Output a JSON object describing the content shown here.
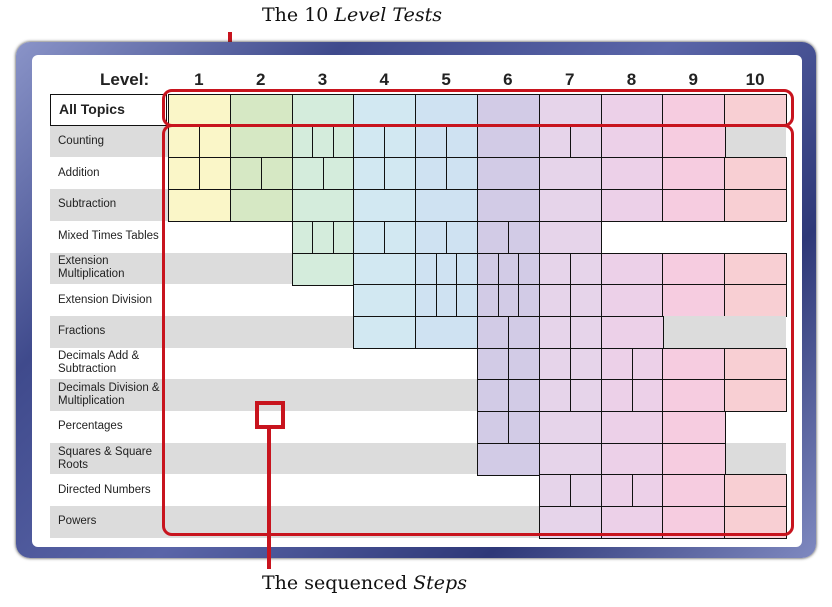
{
  "captions": {
    "top_prefix": "The 10 ",
    "top_italic": "Level Tests",
    "bottom_prefix": "The sequenced ",
    "bottom_italic": "Steps"
  },
  "level_title": "Level:",
  "levels": [
    "1",
    "2",
    "3",
    "4",
    "5",
    "6",
    "7",
    "8",
    "9",
    "10"
  ],
  "level_colors": [
    "#faf6c8",
    "#d6e8c4",
    "#d4ecdc",
    "#d2e8f2",
    "#cfe2f2",
    "#d2cbe6",
    "#e6d4ea",
    "#ecd0e8",
    "#f6cce0",
    "#f8cfd3"
  ],
  "highlight_color": "#c8141e",
  "topics": [
    {
      "label": "All Topics",
      "segments": [
        [
          0,
          1,
          1
        ],
        [
          1,
          2,
          1
        ],
        [
          2,
          3,
          1
        ],
        [
          3,
          4,
          1
        ],
        [
          4,
          5,
          1
        ],
        [
          5,
          6,
          1
        ],
        [
          6,
          7,
          1
        ],
        [
          7,
          8,
          1
        ],
        [
          8,
          9,
          1
        ],
        [
          9,
          10,
          1
        ]
      ]
    },
    {
      "label": "Counting",
      "segments": [
        [
          0,
          1,
          2
        ],
        [
          1,
          2,
          1
        ],
        [
          2,
          3,
          3
        ],
        [
          3,
          4,
          2
        ],
        [
          4,
          5,
          2
        ],
        [
          5,
          6,
          1
        ],
        [
          6,
          7,
          2
        ],
        [
          7,
          8,
          1
        ],
        [
          8,
          9,
          1
        ]
      ]
    },
    {
      "label": "Addition",
      "segments": [
        [
          0,
          1,
          2
        ],
        [
          1,
          2,
          2
        ],
        [
          2,
          3,
          2
        ],
        [
          3,
          4,
          2
        ],
        [
          4,
          5,
          2
        ],
        [
          5,
          6,
          1
        ],
        [
          6,
          7,
          1
        ],
        [
          7,
          8,
          1
        ],
        [
          8,
          9,
          1
        ],
        [
          9,
          10,
          1
        ]
      ]
    },
    {
      "label": "Subtraction",
      "segments": [
        [
          0,
          1,
          1
        ],
        [
          1,
          2,
          1
        ],
        [
          2,
          3,
          1
        ],
        [
          3,
          4,
          1
        ],
        [
          4,
          5,
          1
        ],
        [
          5,
          6,
          1
        ],
        [
          6,
          7,
          1
        ],
        [
          7,
          8,
          1
        ],
        [
          8,
          9,
          1
        ],
        [
          9,
          10,
          1
        ]
      ]
    },
    {
      "label": "Mixed Times Tables",
      "segments": [
        [
          2,
          3,
          3
        ],
        [
          3,
          4,
          2
        ],
        [
          4,
          5,
          2
        ],
        [
          5,
          6,
          2
        ],
        [
          6,
          7,
          1
        ]
      ]
    },
    {
      "label": "Extension\nMultiplication",
      "segments": [
        [
          2,
          3,
          1
        ],
        [
          3,
          4,
          1
        ],
        [
          4,
          5,
          3
        ],
        [
          5,
          6,
          3
        ],
        [
          6,
          7,
          2
        ],
        [
          7,
          8,
          1
        ],
        [
          8,
          9,
          1
        ],
        [
          9,
          10,
          1
        ]
      ]
    },
    {
      "label": "Extension Division",
      "segments": [
        [
          3,
          4,
          1
        ],
        [
          4,
          5,
          3
        ],
        [
          5,
          6,
          3
        ],
        [
          6,
          7,
          2
        ],
        [
          7,
          8,
          1
        ],
        [
          8,
          9,
          1
        ],
        [
          9,
          10,
          1
        ]
      ]
    },
    {
      "label": "Fractions",
      "segments": [
        [
          3,
          4,
          1
        ],
        [
          4,
          5,
          1
        ],
        [
          5,
          6,
          2
        ],
        [
          6,
          7,
          2
        ],
        [
          7,
          8,
          1
        ]
      ]
    },
    {
      "label": "Decimals Add &\nSubtraction",
      "segments": [
        [
          5,
          6,
          2
        ],
        [
          6,
          7,
          2
        ],
        [
          7,
          8,
          2
        ],
        [
          8,
          9,
          1
        ],
        [
          9,
          10,
          1
        ]
      ]
    },
    {
      "label": "Decimals Division &\nMultiplication",
      "segments": [
        [
          5,
          6,
          2
        ],
        [
          6,
          7,
          2
        ],
        [
          7,
          8,
          2
        ],
        [
          8,
          9,
          1
        ],
        [
          9,
          10,
          1
        ]
      ]
    },
    {
      "label": "Percentages",
      "segments": [
        [
          5,
          6,
          2
        ],
        [
          6,
          7,
          1
        ],
        [
          7,
          8,
          1
        ],
        [
          8,
          9,
          1
        ]
      ]
    },
    {
      "label": "Squares & Square\nRoots",
      "segments": [
        [
          5,
          6,
          1
        ],
        [
          6,
          7,
          1
        ],
        [
          7,
          8,
          1
        ],
        [
          8,
          9,
          1
        ]
      ]
    },
    {
      "label": "Directed Numbers",
      "segments": [
        [
          6,
          7,
          2
        ],
        [
          7,
          8,
          2
        ],
        [
          8,
          9,
          1
        ],
        [
          9,
          10,
          1
        ]
      ]
    },
    {
      "label": "Powers",
      "segments": [
        [
          6,
          7,
          1
        ],
        [
          7,
          8,
          1
        ],
        [
          8,
          9,
          1
        ],
        [
          9,
          10,
          1
        ]
      ]
    }
  ]
}
